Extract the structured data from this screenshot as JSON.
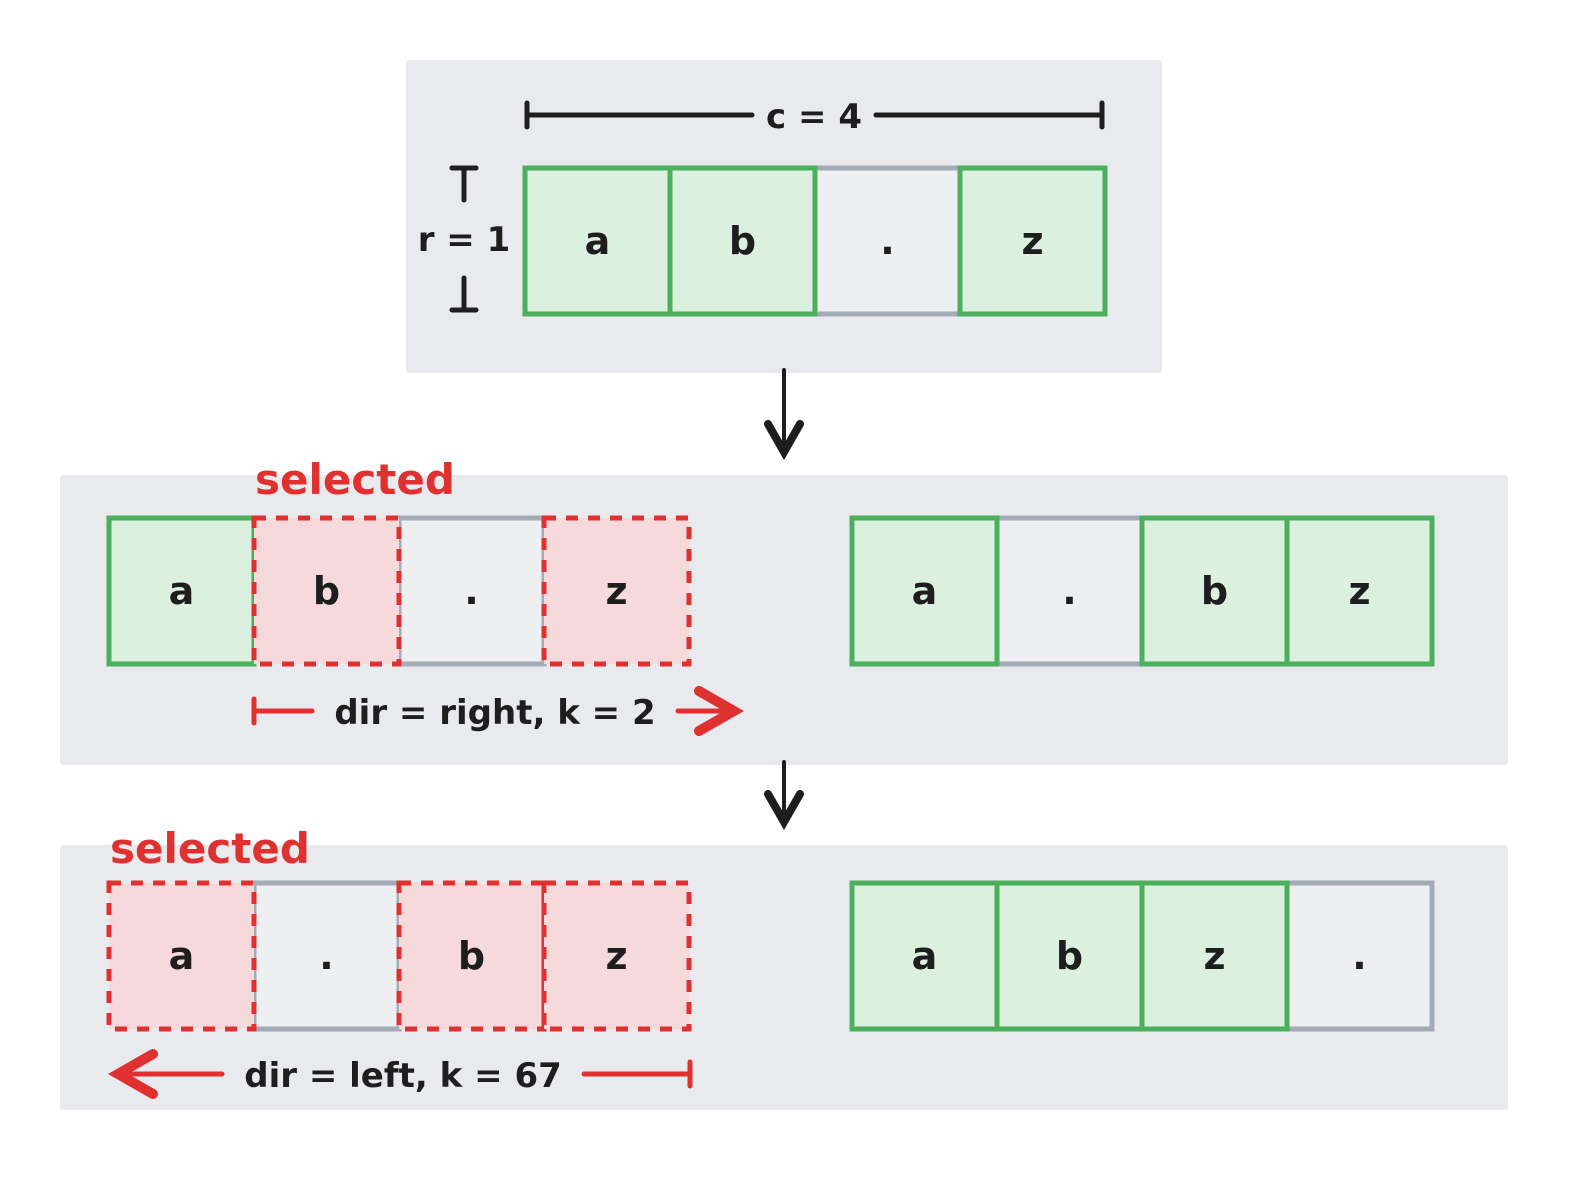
{
  "colors": {
    "panel": "#e9eaee",
    "green_stroke": "#4caf5c",
    "green_fill": "#dcf0e0",
    "empty_stroke": "#a3abb6",
    "empty_fill": "#eeeff1",
    "red_stroke": "#e03131",
    "red_fill": "#f5d9db",
    "ink": "#1e1e1e"
  },
  "top": {
    "cols_label": "c = 4",
    "rows_label": "r = 1",
    "cells": [
      {
        "v": "a",
        "s": "filled"
      },
      {
        "v": "b",
        "s": "filled"
      },
      {
        "v": ".",
        "s": "empty"
      },
      {
        "v": "z",
        "s": "filled"
      }
    ]
  },
  "step1": {
    "selected_label": "selected",
    "op_label": "dir = right, k = 2",
    "before": [
      {
        "v": "a",
        "s": "filled"
      },
      {
        "v": "b",
        "s": "selected"
      },
      {
        "v": ".",
        "s": "empty"
      },
      {
        "v": "z",
        "s": "selected"
      }
    ],
    "after": [
      {
        "v": "a",
        "s": "filled"
      },
      {
        "v": ".",
        "s": "empty"
      },
      {
        "v": "b",
        "s": "filled"
      },
      {
        "v": "z",
        "s": "filled"
      }
    ]
  },
  "step2": {
    "selected_label": "selected",
    "op_label": "dir = left, k = 67",
    "before": [
      {
        "v": "a",
        "s": "selected"
      },
      {
        "v": ".",
        "s": "empty"
      },
      {
        "v": "b",
        "s": "selected"
      },
      {
        "v": "z",
        "s": "selected"
      }
    ],
    "after": [
      {
        "v": "a",
        "s": "filled"
      },
      {
        "v": "b",
        "s": "filled"
      },
      {
        "v": "z",
        "s": "filled"
      },
      {
        "v": ".",
        "s": "empty"
      }
    ]
  }
}
